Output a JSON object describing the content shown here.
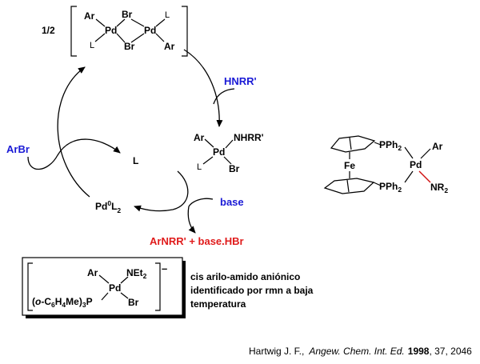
{
  "colors": {
    "reagent": "#1a1ad6",
    "product": "#e01b1b",
    "nr2_bond": "#d01010",
    "ink": "#000000"
  },
  "dimer": {
    "coefficient": "1/2",
    "ar_top": "Ar",
    "br_top": "Br",
    "l_top": "L",
    "pd_left": "Pd",
    "pd_right": "Pd",
    "l_bottom": "L",
    "br_bottom": "Br",
    "ar_bottom": "Ar"
  },
  "reagents": {
    "hnrr": "HNRR'",
    "arbr": "ArBr",
    "base": "base"
  },
  "amine_complex": {
    "ar": "Ar",
    "nhrr": "NHRR'",
    "pd": "Pd",
    "l": "L",
    "br": "Br"
  },
  "catalyst": {
    "pd": "Pd",
    "pd_sup": "0",
    "l": "L",
    "l_sub": "2"
  },
  "free_ligand": "L",
  "product": "ArNRR' + base.HBr",
  "dppf_complex": {
    "fe": "Fe",
    "p_top": "PPh",
    "p_top_sub": "2",
    "p_bottom": "PPh",
    "p_bottom_sub": "2",
    "pd": "Pd",
    "ar": "Ar",
    "nr": "NR",
    "nr_sub": "2"
  },
  "anion_complex": {
    "ar": "Ar",
    "net": "NEt",
    "net_sub": "2",
    "pd": "Pd",
    "br": "Br",
    "ligand_open": "(",
    "ligand_o": "o",
    "ligand_rest1": "-C",
    "ligand_sub6": "6",
    "ligand_h": "H",
    "ligand_sub4": "4",
    "ligand_me": "Me)",
    "ligand_sub3": "3",
    "ligand_p": "P",
    "charge": "–"
  },
  "caption": {
    "line1": "cis arilo-amido aniónico",
    "line2": "identificado por rmn a baja",
    "line3": "temperatura"
  },
  "reference": {
    "authors": "Hartwig J. F.,",
    "journal": "Angew. Chem. Int. Ed.",
    "year": "1998",
    "rest": ", 37, 2046"
  }
}
